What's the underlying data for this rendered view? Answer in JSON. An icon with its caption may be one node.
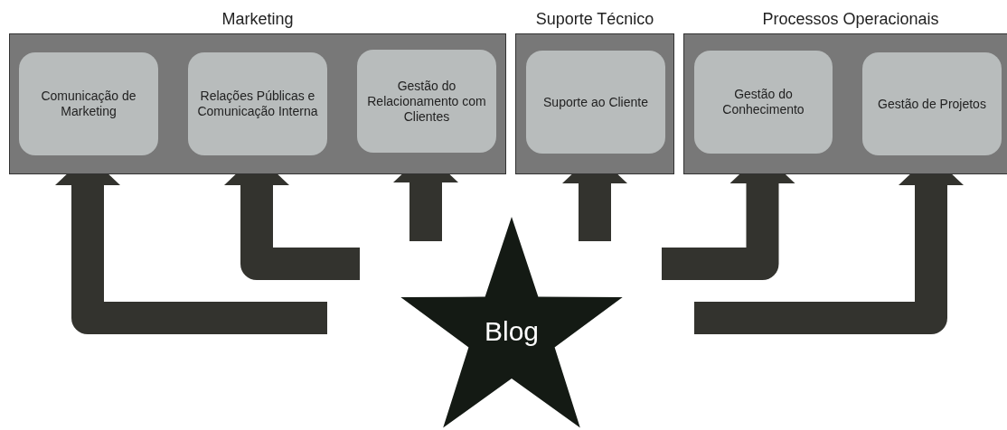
{
  "diagram": {
    "nodes": [
      {
        "text": [
          "Marketing"
        ]
      },
      {
        "text": [
          "Comunicação de Marketing"
        ],
        "in": 0
      },
      {
        "text": [
          "Relações Públicas e Comunicação Interna"
        ],
        "in": 0
      },
      {
        "text": [
          "Gestão do Relacionamento com Clientes"
        ],
        "in": 0
      },
      {
        "text": [
          "Suporte Técnico"
        ]
      },
      {
        "text": [
          "Suporte ao Cliente"
        ],
        "in": 4
      },
      {
        "text": [
          "Processos Operacionais"
        ]
      },
      {
        "text": [
          "Gestão do Conhecimento"
        ],
        "in": 6
      },
      {
        "text": [
          "Gestão de Projetos"
        ],
        "in": 6
      },
      {
        "text": [
          "Blog"
        ]
      }
    ],
    "edges": [
      {
        "from": null,
        "to": 1,
        "arrow": "to"
      },
      {
        "from": null,
        "to": 2,
        "arrow": "to"
      },
      {
        "from": null,
        "to": 3,
        "arrow": "to"
      },
      {
        "from": null,
        "to": 5,
        "arrow": "to"
      },
      {
        "from": null,
        "to": 7,
        "arrow": "to"
      },
      {
        "from": null,
        "to": 8,
        "arrow": "to"
      }
    ]
  }
}
